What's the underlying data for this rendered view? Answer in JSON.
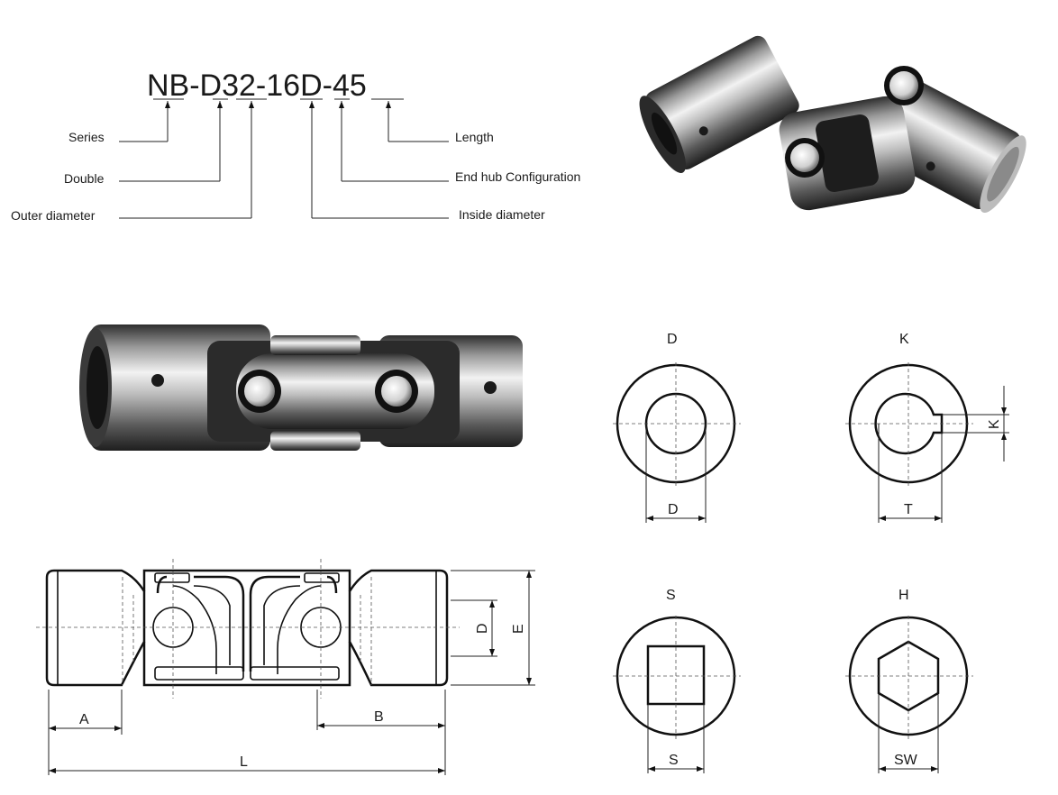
{
  "model_code": "NB-D32-16D-45",
  "code_breakdown": {
    "series": "Series",
    "double": "Double",
    "outer_diameter": "Outer diameter",
    "length": "Length",
    "end_hub_configuration": "End hub Configuration",
    "inside_diameter": "Inside diameter"
  },
  "bore_types": {
    "round": {
      "title": "D",
      "dim": "D"
    },
    "keyway": {
      "title": "K",
      "dim": "T",
      "key_dim": "K"
    },
    "square": {
      "title": "S",
      "dim": "S"
    },
    "hex": {
      "title": "H",
      "dim": "SW"
    }
  },
  "drawing_dims": {
    "a": "A",
    "b": "B",
    "l": "L",
    "d": "D",
    "e": "E"
  },
  "colors": {
    "line": "#111111",
    "metal_light": "#e8e8e8",
    "metal_dark": "#3a3a3a"
  }
}
